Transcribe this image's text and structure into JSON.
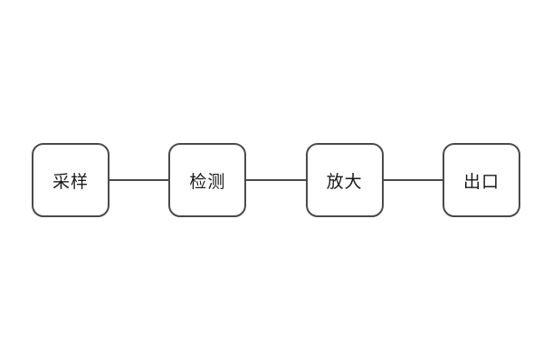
{
  "diagram": {
    "title": "signal-flow-diagram",
    "nodes": [
      {
        "id": "sampling",
        "label": "采样"
      },
      {
        "id": "detection",
        "label": "检测"
      },
      {
        "id": "amplify",
        "label": "放大"
      },
      {
        "id": "outlet",
        "label": "出口"
      }
    ],
    "colors": {
      "background": "#ffffff",
      "node_fill": "#ffffff",
      "node_border": "#4a4a4a",
      "connector": "#4a4a4a",
      "text": "#1a1a1a"
    }
  }
}
